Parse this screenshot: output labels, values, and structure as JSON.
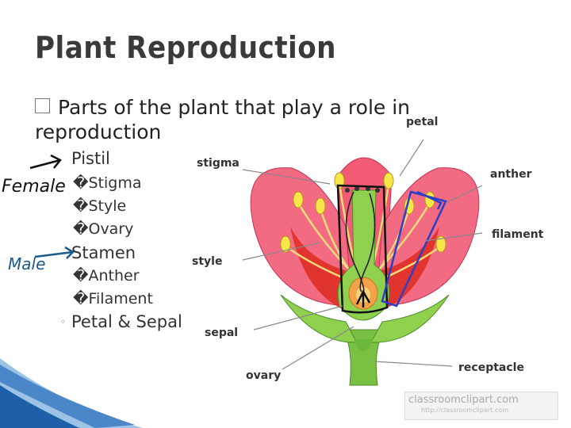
{
  "slide": {
    "title": "Plant Reproduction",
    "main_bullet": "Parts of the plant that play a role in reproduction",
    "items": [
      {
        "label": "Pistil"
      },
      {
        "label": "Stigma"
      },
      {
        "label": "Style"
      },
      {
        "label": "Ovary"
      },
      {
        "label": "Stamen"
      },
      {
        "label": "Anther"
      },
      {
        "label": "Filament"
      },
      {
        "label": "Petal & Sepal"
      }
    ],
    "sub_marker": "�",
    "bullet_marker": "◦"
  },
  "handwriting": {
    "female": "Female",
    "male": "Male"
  },
  "diagram_labels": {
    "petal": "petal",
    "stigma": "stigma",
    "anther": "anther",
    "filament": "filament",
    "style": "style",
    "sepal": "sepal",
    "ovary": "ovary",
    "receptacle": "receptacle"
  },
  "watermark": {
    "brand": "classroomclipart.com",
    "url": "http://classroomclipart.com"
  }
}
